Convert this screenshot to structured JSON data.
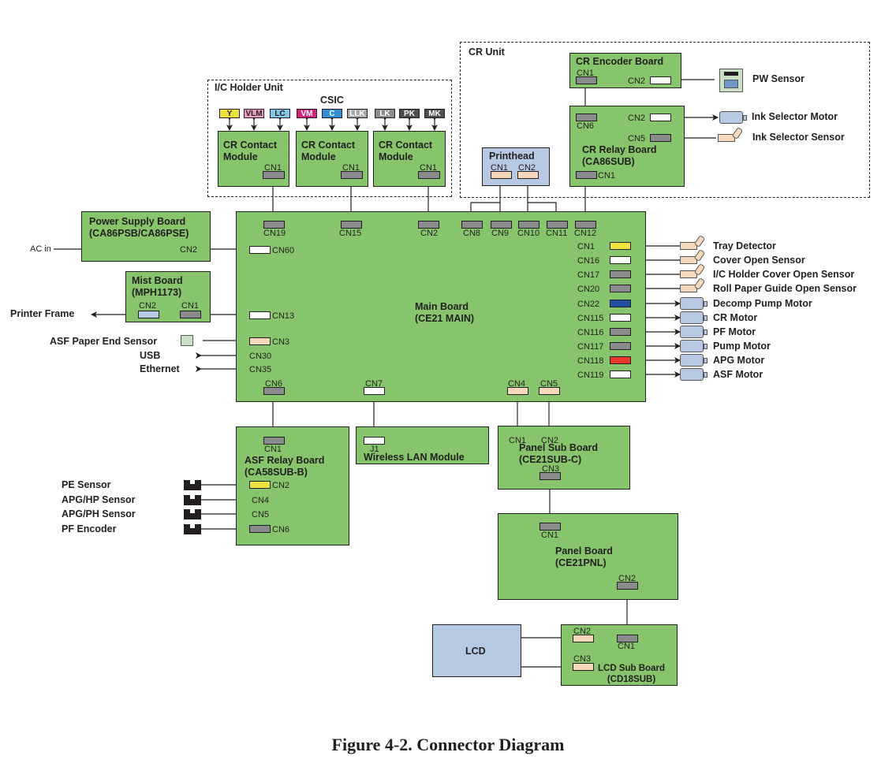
{
  "caption": "Figure 4-2.  Connector Diagram",
  "units": {
    "ic_holder": "I/C Holder Unit",
    "cr_unit": "CR Unit",
    "csic": "CSIC"
  },
  "inks": [
    {
      "label": "Y",
      "color": "#ece33e",
      "text": "#231f20"
    },
    {
      "label": "VLM",
      "color": "#e79cc0",
      "text": "#231f20"
    },
    {
      "label": "LC",
      "color": "#7fc6e8",
      "text": "#231f20"
    },
    {
      "label": "VM",
      "color": "#d4237a",
      "text": "#ffffff"
    },
    {
      "label": "C",
      "color": "#2f8ed0",
      "text": "#ffffff"
    },
    {
      "label": "LLK",
      "color": "#a7a9ac",
      "text": "#ffffff"
    },
    {
      "label": "LK",
      "color": "#8a8b8d",
      "text": "#ffffff"
    },
    {
      "label": "PK",
      "color": "#4d4d4f",
      "text": "#ffffff"
    },
    {
      "label": "MK",
      "color": "#4d4d4f",
      "text": "#ffffff"
    }
  ],
  "boards": {
    "cr_contact_1": {
      "title": "CR Contact\nModule",
      "cn": "CN1"
    },
    "cr_contact_2": {
      "title": "CR Contact\nModule",
      "cn": "CN1"
    },
    "cr_contact_3": {
      "title": "CR Contact\nModule",
      "cn": "CN1"
    },
    "cr_encoder": {
      "title": "CR Encoder Board",
      "cn1": "CN1",
      "cn2": "CN2"
    },
    "cr_relay": {
      "title": "CR Relay Board\n(CA86SUB)",
      "cn6": "CN6",
      "cn2": "CN2",
      "cn5": "CN5",
      "cn1": "CN1"
    },
    "printhead": {
      "title": "Printhead",
      "cn1": "CN1",
      "cn2": "CN2"
    },
    "power_supply": {
      "title": "Power Supply Board\n(CA86PSB/CA86PSE)",
      "cn2": "CN2"
    },
    "mist": {
      "title": "Mist Board\n(MPH1173)",
      "cn2": "CN2",
      "cn1": "CN1"
    },
    "main": {
      "title": "Main Board\n(CE21 MAIN)",
      "top_connectors": [
        "CN19",
        "CN15",
        "CN2",
        "CN8",
        "CN9",
        "CN10",
        "CN11",
        "CN12"
      ],
      "left_connectors": [
        "CN60",
        "CN13",
        "CN3",
        "CN30",
        "CN35"
      ],
      "right_connectors": [
        "CN1",
        "CN16",
        "CN17",
        "CN20",
        "CN22",
        "CN115",
        "CN116",
        "CN117",
        "CN118",
        "CN119"
      ],
      "bottom_connectors": [
        "CN6",
        "CN7",
        "CN4",
        "CN5"
      ]
    },
    "asf_relay": {
      "title": "ASF Relay Board\n(CA58SUB-B)",
      "cn1": "CN1",
      "inputs": [
        "CN2",
        "CN4",
        "CN5",
        "CN6"
      ]
    },
    "wireless": {
      "title": "Wireless LAN Module",
      "j1": "J1"
    },
    "panel_sub": {
      "title": "Panel Sub Board\n(CE21SUB-C)",
      "cn1": "CN1",
      "cn2": "CN2",
      "cn3": "CN3"
    },
    "panel": {
      "title": "Panel Board\n(CE21PNL)",
      "cn1": "CN1",
      "cn2": "CN2"
    },
    "lcd_sub": {
      "title": "LCD Sub Board\n(CD18SUB)",
      "cn1": "CN1",
      "cn2": "CN2",
      "cn3": "CN3"
    },
    "lcd": {
      "title": "LCD"
    }
  },
  "external": {
    "pw_sensor": "PW Sensor",
    "ink_selector_motor": "Ink Selector Motor",
    "ink_selector_sensor": "Ink Selector Sensor",
    "ac_in": "AC in",
    "printer_frame": "Printer Frame",
    "asf_paper_end": "ASF Paper End Sensor",
    "usb": "USB",
    "ethernet": "Ethernet",
    "right_devices": [
      "Tray Detector",
      "Cover Open Sensor",
      "I/C Holder Cover Open Sensor",
      "Roll Paper Guide Open Sensor",
      "Decomp Pump Motor",
      "CR Motor",
      "PF Motor",
      "Pump Motor",
      "APG Motor",
      "ASF Motor"
    ],
    "asf_sensors": [
      "PE Sensor",
      "APG/HP Sensor",
      "APG/PH Sensor",
      "PF Encoder"
    ]
  }
}
